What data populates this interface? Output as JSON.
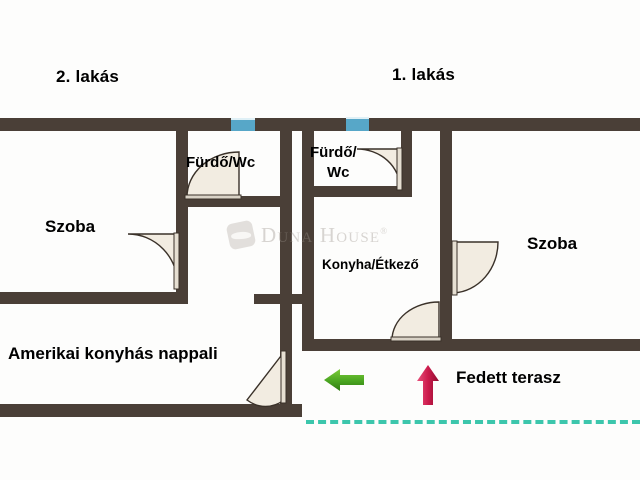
{
  "plan": {
    "title_left": "2. lakás",
    "title_right": "1. lakás",
    "watermark": "Duna House",
    "watermark_sup": "®",
    "rooms": [
      {
        "id": "szoba_left",
        "label": "Szoba"
      },
      {
        "id": "furdo_wc_2",
        "label": "Fürdő/Wc"
      },
      {
        "id": "furdo_wc_1a",
        "label": "Fürdő/"
      },
      {
        "id": "furdo_wc_1b",
        "label": "Wc"
      },
      {
        "id": "konyha",
        "label": "Konyha/Étkező"
      },
      {
        "id": "szoba_right",
        "label": "Szoba"
      },
      {
        "id": "nappali",
        "label": "Amerikai konyhás nappali"
      },
      {
        "id": "terasz",
        "label": "Fedett terasz"
      }
    ],
    "icons": {
      "arrow_left": "arrow-left-icon",
      "arrow_up": "arrow-up-icon",
      "window": "window-icon",
      "door": "door-swing-icon"
    },
    "colors": {
      "wall": "#4a3f37",
      "window": "#57a7c8",
      "arrow_left": "#4aa521",
      "arrow_up": "#cc1b4c",
      "terrace_boundary": "#3cc6ac",
      "door_fill": "#f2ece1",
      "background": "#fdfdfc"
    }
  }
}
